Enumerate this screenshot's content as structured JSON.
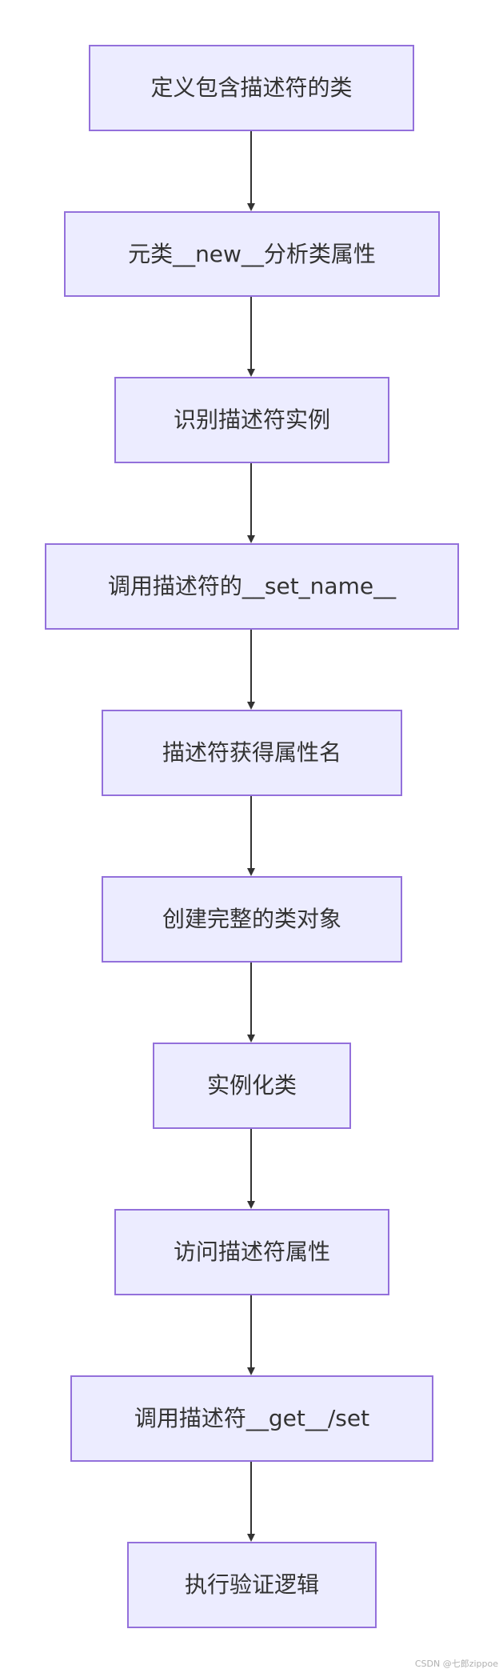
{
  "flowchart": {
    "steps": [
      "定义包含描述符的类",
      "元类__new__分析类属性",
      "识别描述符实例",
      "调用描述符的__set_name__",
      "描述符获得属性名",
      "创建完整的类对象",
      "实例化类",
      "访问描述符属性",
      "调用描述符__get__/set",
      "执行验证逻辑"
    ]
  },
  "colors": {
    "node_fill": "#ECECFF",
    "node_border": "#9370DB",
    "text": "#333333",
    "arrow": "#333333"
  },
  "watermark": "CSDN @七郎zippoe"
}
